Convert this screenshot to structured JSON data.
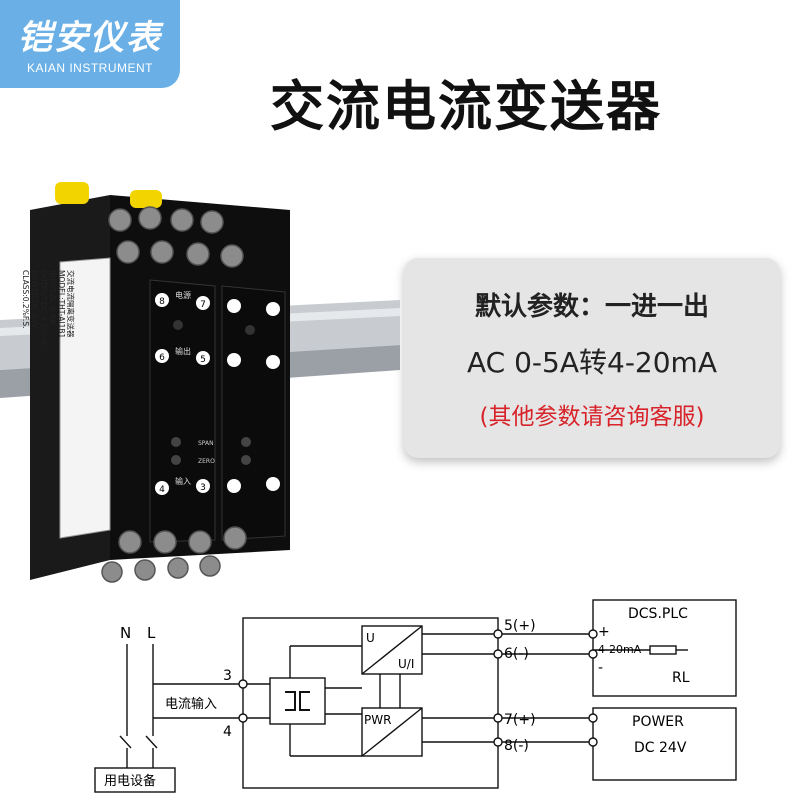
{
  "logo": {
    "brand": "铠安仪表",
    "brand_en": "KAIAN INSTRUMENT"
  },
  "title": "交流电流变送器",
  "params": {
    "default": "默认参数：一进一出",
    "range": "AC 0-5A转4-20mA",
    "note": "(其他参数请咨询客服)"
  },
  "product": {
    "label_lines": [
      "交流电流隔离变送器",
      "MODEL:THT-AI1B1",
      "INPUT:AC 0-5A",
      "OUTPUT:DC 4-20mA",
      "POWER:DC 24V",
      "CLASS:0.2%F.S.",
      "上海铠安自动化"
    ],
    "terminals": {
      "t8": "8",
      "t7": "7",
      "t6": "6",
      "t5": "5",
      "t4": "4",
      "t3": "3"
    },
    "terminal_labels": {
      "power": "电源",
      "output": "输出",
      "input": "输入"
    },
    "knob_labels": {
      "span": "SPAN",
      "zero": "ZERO"
    }
  },
  "diagram": {
    "n": "N",
    "l": "L",
    "input_label": "电流输入",
    "terminal_3": "3",
    "terminal_4": "4",
    "terminal_5": "5(+)",
    "terminal_6": "6(-)",
    "terminal_7": "7(+)",
    "terminal_8": "8(-)",
    "u_label": "U",
    "ui_label": "U/I",
    "pwr_label": "PWR",
    "dcs_plc": "DCS.PLC",
    "plus": "+",
    "minus": "-",
    "current_range": "4-20mA",
    "rl": "RL",
    "power": "POWER",
    "dc24v": "DC 24V",
    "device": "用电设备"
  },
  "colors": {
    "logo_bg": "#6ab0e6",
    "note_red": "#d8232a",
    "box_bg": "#e5e5e5"
  }
}
